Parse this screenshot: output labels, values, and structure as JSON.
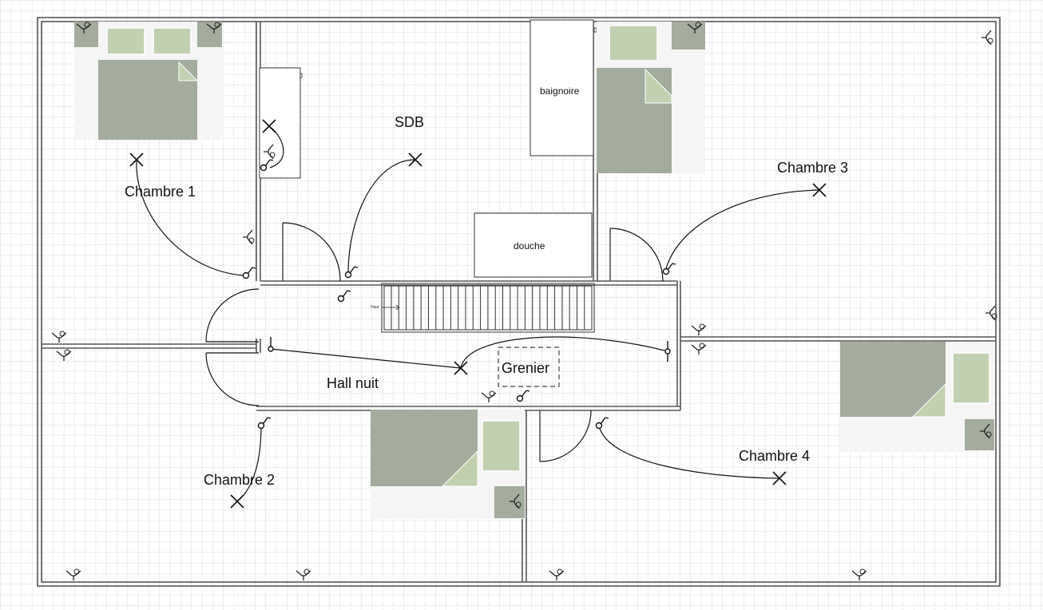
{
  "rooms": {
    "chambre1": "Chambre 1",
    "chambre2": "Chambre 2",
    "chambre3": "Chambre 3",
    "chambre4": "Chambre 4",
    "sdb": "SDB",
    "hall": "Hall nuit",
    "grenier": "Grenier"
  },
  "fixtures": {
    "baignoire": "baignoire",
    "douche": "douche",
    "stairs": "Haut"
  },
  "colors": {
    "wall": "#555555",
    "grid": "#d9d9d9",
    "bed_dark": "#a3ac9d",
    "bed_light": "#c2d0b2",
    "line": "#111111"
  },
  "icons": {
    "light_point": "cross-icon",
    "switch": "switch-icon",
    "socket": "socket-icon",
    "bed": "bed-icon"
  }
}
